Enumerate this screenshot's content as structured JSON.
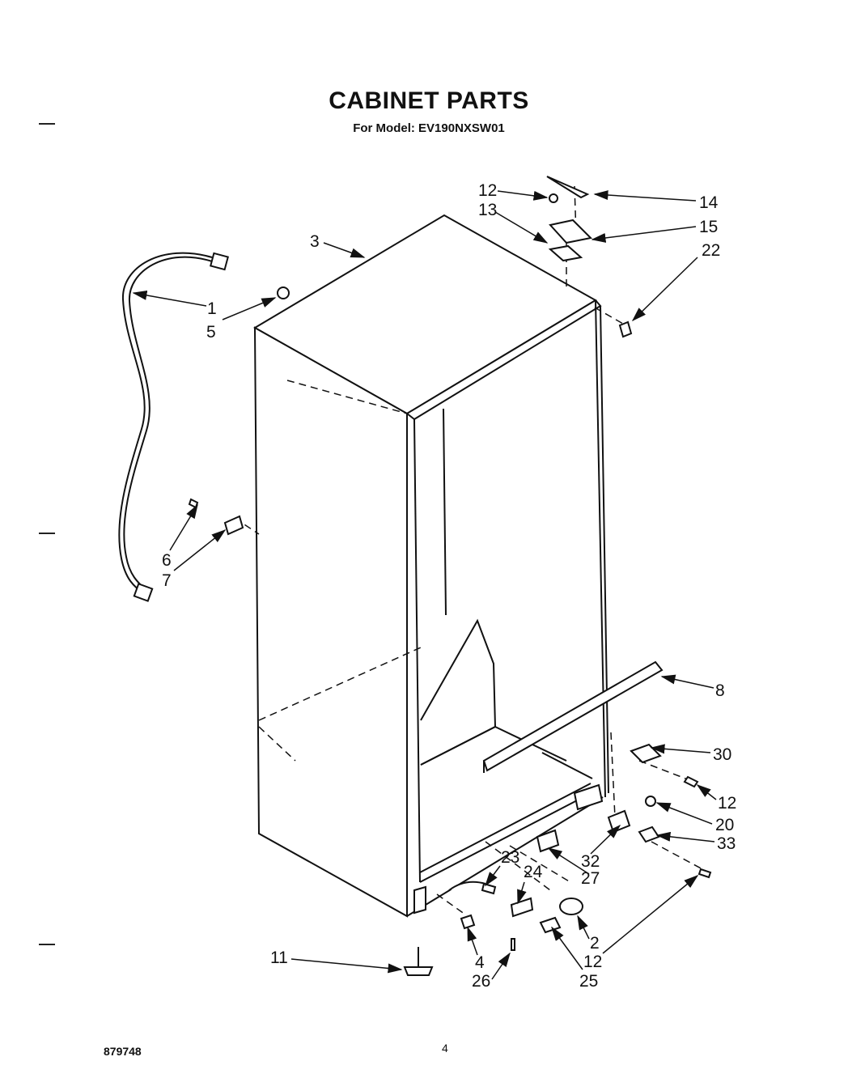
{
  "title": "CABINET PARTS",
  "subtitle": "For Model: EV190NXSW01",
  "footer": {
    "code": "879748",
    "page": "4"
  },
  "callouts": [
    {
      "id": "c1",
      "label": "1"
    },
    {
      "id": "c3",
      "label": "3"
    },
    {
      "id": "c5",
      "label": "5"
    },
    {
      "id": "c6",
      "label": "6"
    },
    {
      "id": "c7",
      "label": "7"
    },
    {
      "id": "c12a",
      "label": "12"
    },
    {
      "id": "c13",
      "label": "13"
    },
    {
      "id": "c14",
      "label": "14"
    },
    {
      "id": "c15",
      "label": "15"
    },
    {
      "id": "c22",
      "label": "22"
    },
    {
      "id": "c8",
      "label": "8"
    },
    {
      "id": "c30",
      "label": "30"
    },
    {
      "id": "c12b",
      "label": "12"
    },
    {
      "id": "c20",
      "label": "20"
    },
    {
      "id": "c33",
      "label": "33"
    },
    {
      "id": "c32",
      "label": "32"
    },
    {
      "id": "c27",
      "label": "27"
    },
    {
      "id": "c23",
      "label": "23"
    },
    {
      "id": "c24",
      "label": "24"
    },
    {
      "id": "c2",
      "label": "2"
    },
    {
      "id": "c12c",
      "label": "12"
    },
    {
      "id": "c25",
      "label": "25"
    },
    {
      "id": "c26",
      "label": "26"
    },
    {
      "id": "c4",
      "label": "4"
    },
    {
      "id": "c11",
      "label": "11"
    }
  ]
}
